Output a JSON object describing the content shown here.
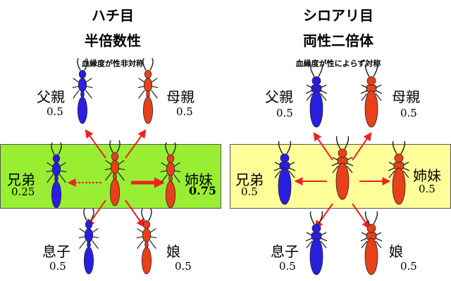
{
  "left": {
    "title": "ハチ目",
    "subtitle": "半倍数性",
    "caption": "血縁度が性非対称",
    "band_color": "#99ee33",
    "relatives": {
      "father": {
        "label": "父親",
        "value": "0.5"
      },
      "mother": {
        "label": "母親",
        "value": "0.5"
      },
      "brother": {
        "label": "兄弟",
        "value": "0.25"
      },
      "sister": {
        "label": "姉妹",
        "value": "0.75"
      },
      "son": {
        "label": "息子",
        "value": "0.5"
      },
      "daughter": {
        "label": "娘",
        "value": "0.5"
      }
    }
  },
  "right": {
    "title": "シロアリ目",
    "subtitle": "両性二倍体",
    "caption": "血縁度が性によらず対称",
    "band_color": "#ffff99",
    "relatives": {
      "father": {
        "label": "父親",
        "value": "0.5"
      },
      "mother": {
        "label": "母親",
        "value": "0.5"
      },
      "brother": {
        "label": "兄弟",
        "value": "0.5"
      },
      "sister": {
        "label": "姉妹",
        "value": "0.5"
      },
      "son": {
        "label": "息子",
        "value": "0.5"
      },
      "daughter": {
        "label": "娘",
        "value": "0.5"
      }
    }
  },
  "colors": {
    "male": "#2a1ee0",
    "female": "#e8401a",
    "arrow": "#ee2222"
  }
}
